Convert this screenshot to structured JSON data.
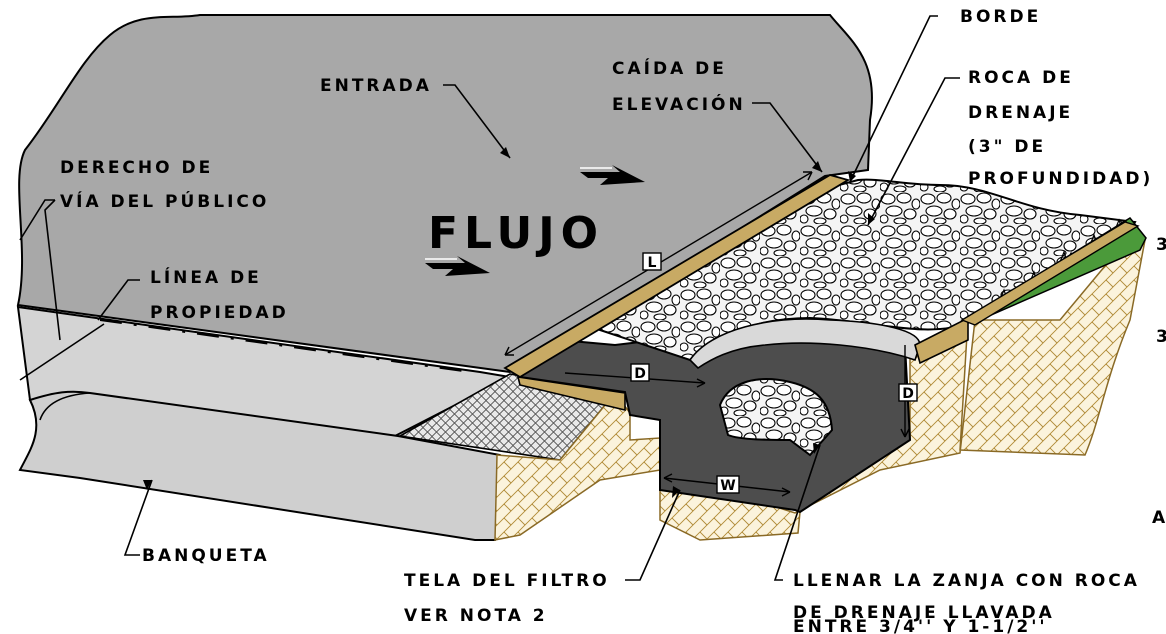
{
  "labels": {
    "borde": "BORDE",
    "roca_de": "ROCA DE",
    "drenaje": "DRENAJE",
    "tres_de": "(3\" DE",
    "profundidad": "PROFUNDIDAD)",
    "caida_de": "CAÍDA DE",
    "elevacion": "ELEVACIÓN",
    "entrada": "ENTRADA",
    "derecho_de": "DERECHO DE",
    "via_publico": "VÍA DEL PÚBLICO",
    "flujo": "FLUJO",
    "linea_de": "LÍNEA DE",
    "propiedad": "PROPIEDAD",
    "banqueta": "BANQUETA",
    "tela_filtro": "TELA DEL FILTRO",
    "ver_nota": "VER NOTA 2",
    "llenar": "LLENAR LA ZANJA CON ROCA",
    "de_drenaje_llavada": "DE DRENAJE LLAVADA",
    "entre": "ENTRE 3/4'' Y  1-1/2''"
  },
  "dimensions": {
    "length": "L",
    "depth_left": "D",
    "depth_right": "D",
    "width": "W"
  },
  "edge_marks": [
    "3",
    "3",
    "A"
  ]
}
